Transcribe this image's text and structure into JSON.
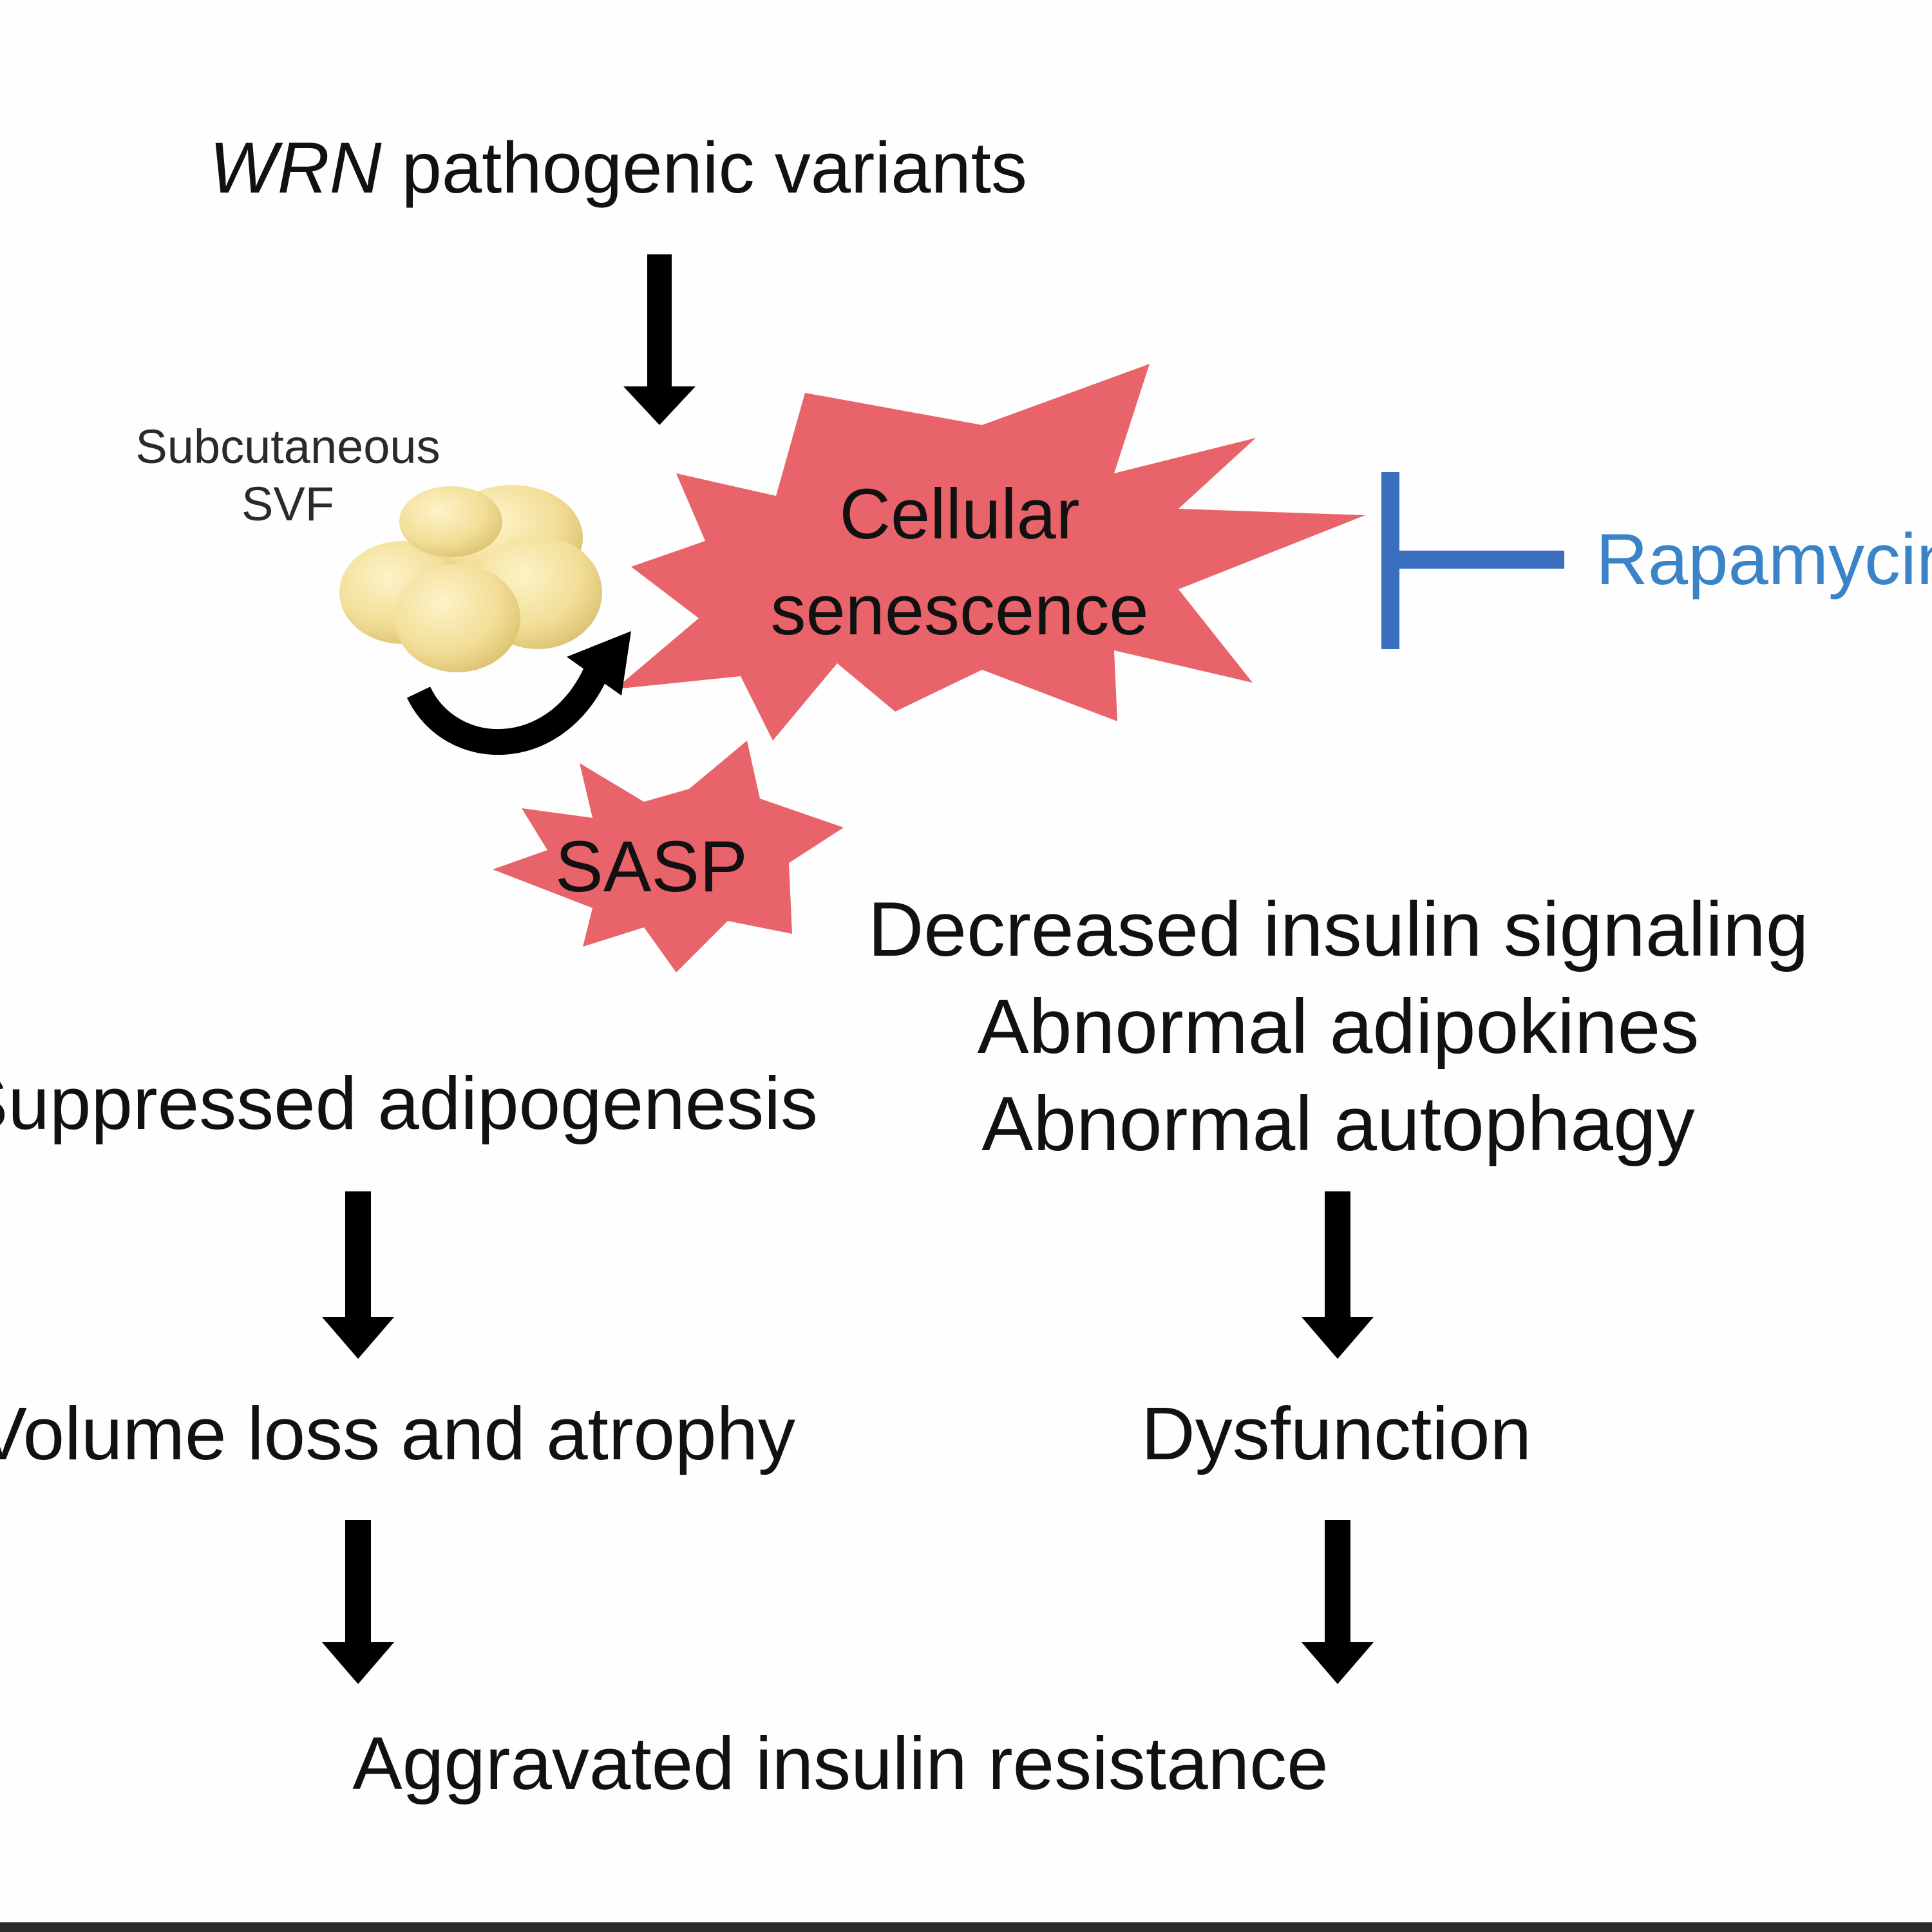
{
  "diagram": {
    "top": {
      "gene": "WRN",
      "rest": " pathogenic variants"
    },
    "svf": {
      "line1": "Subcutaneous",
      "line2": "SVF"
    },
    "senescence": {
      "line1": "Cellular",
      "line2": "senescence"
    },
    "inhibitor": {
      "label": "Rapamycin"
    },
    "sasp": {
      "label": "SASP"
    },
    "right_effects": [
      "Decreased insulin signaling",
      "Abnormal adipokines",
      "Abnormal autophagy"
    ],
    "left_effect": "Suppressed adipogenesis",
    "left_outcome": "Volume loss and atrophy",
    "right_outcome": "Dysfunction",
    "final": "Aggravated insulin resistance"
  },
  "colors": {
    "starburst": "#e8646a",
    "inhibitor": "#3a6fbf",
    "rapamycin_text": "#3a83c9",
    "cells": "#f2de97",
    "arrow": "#000000"
  }
}
